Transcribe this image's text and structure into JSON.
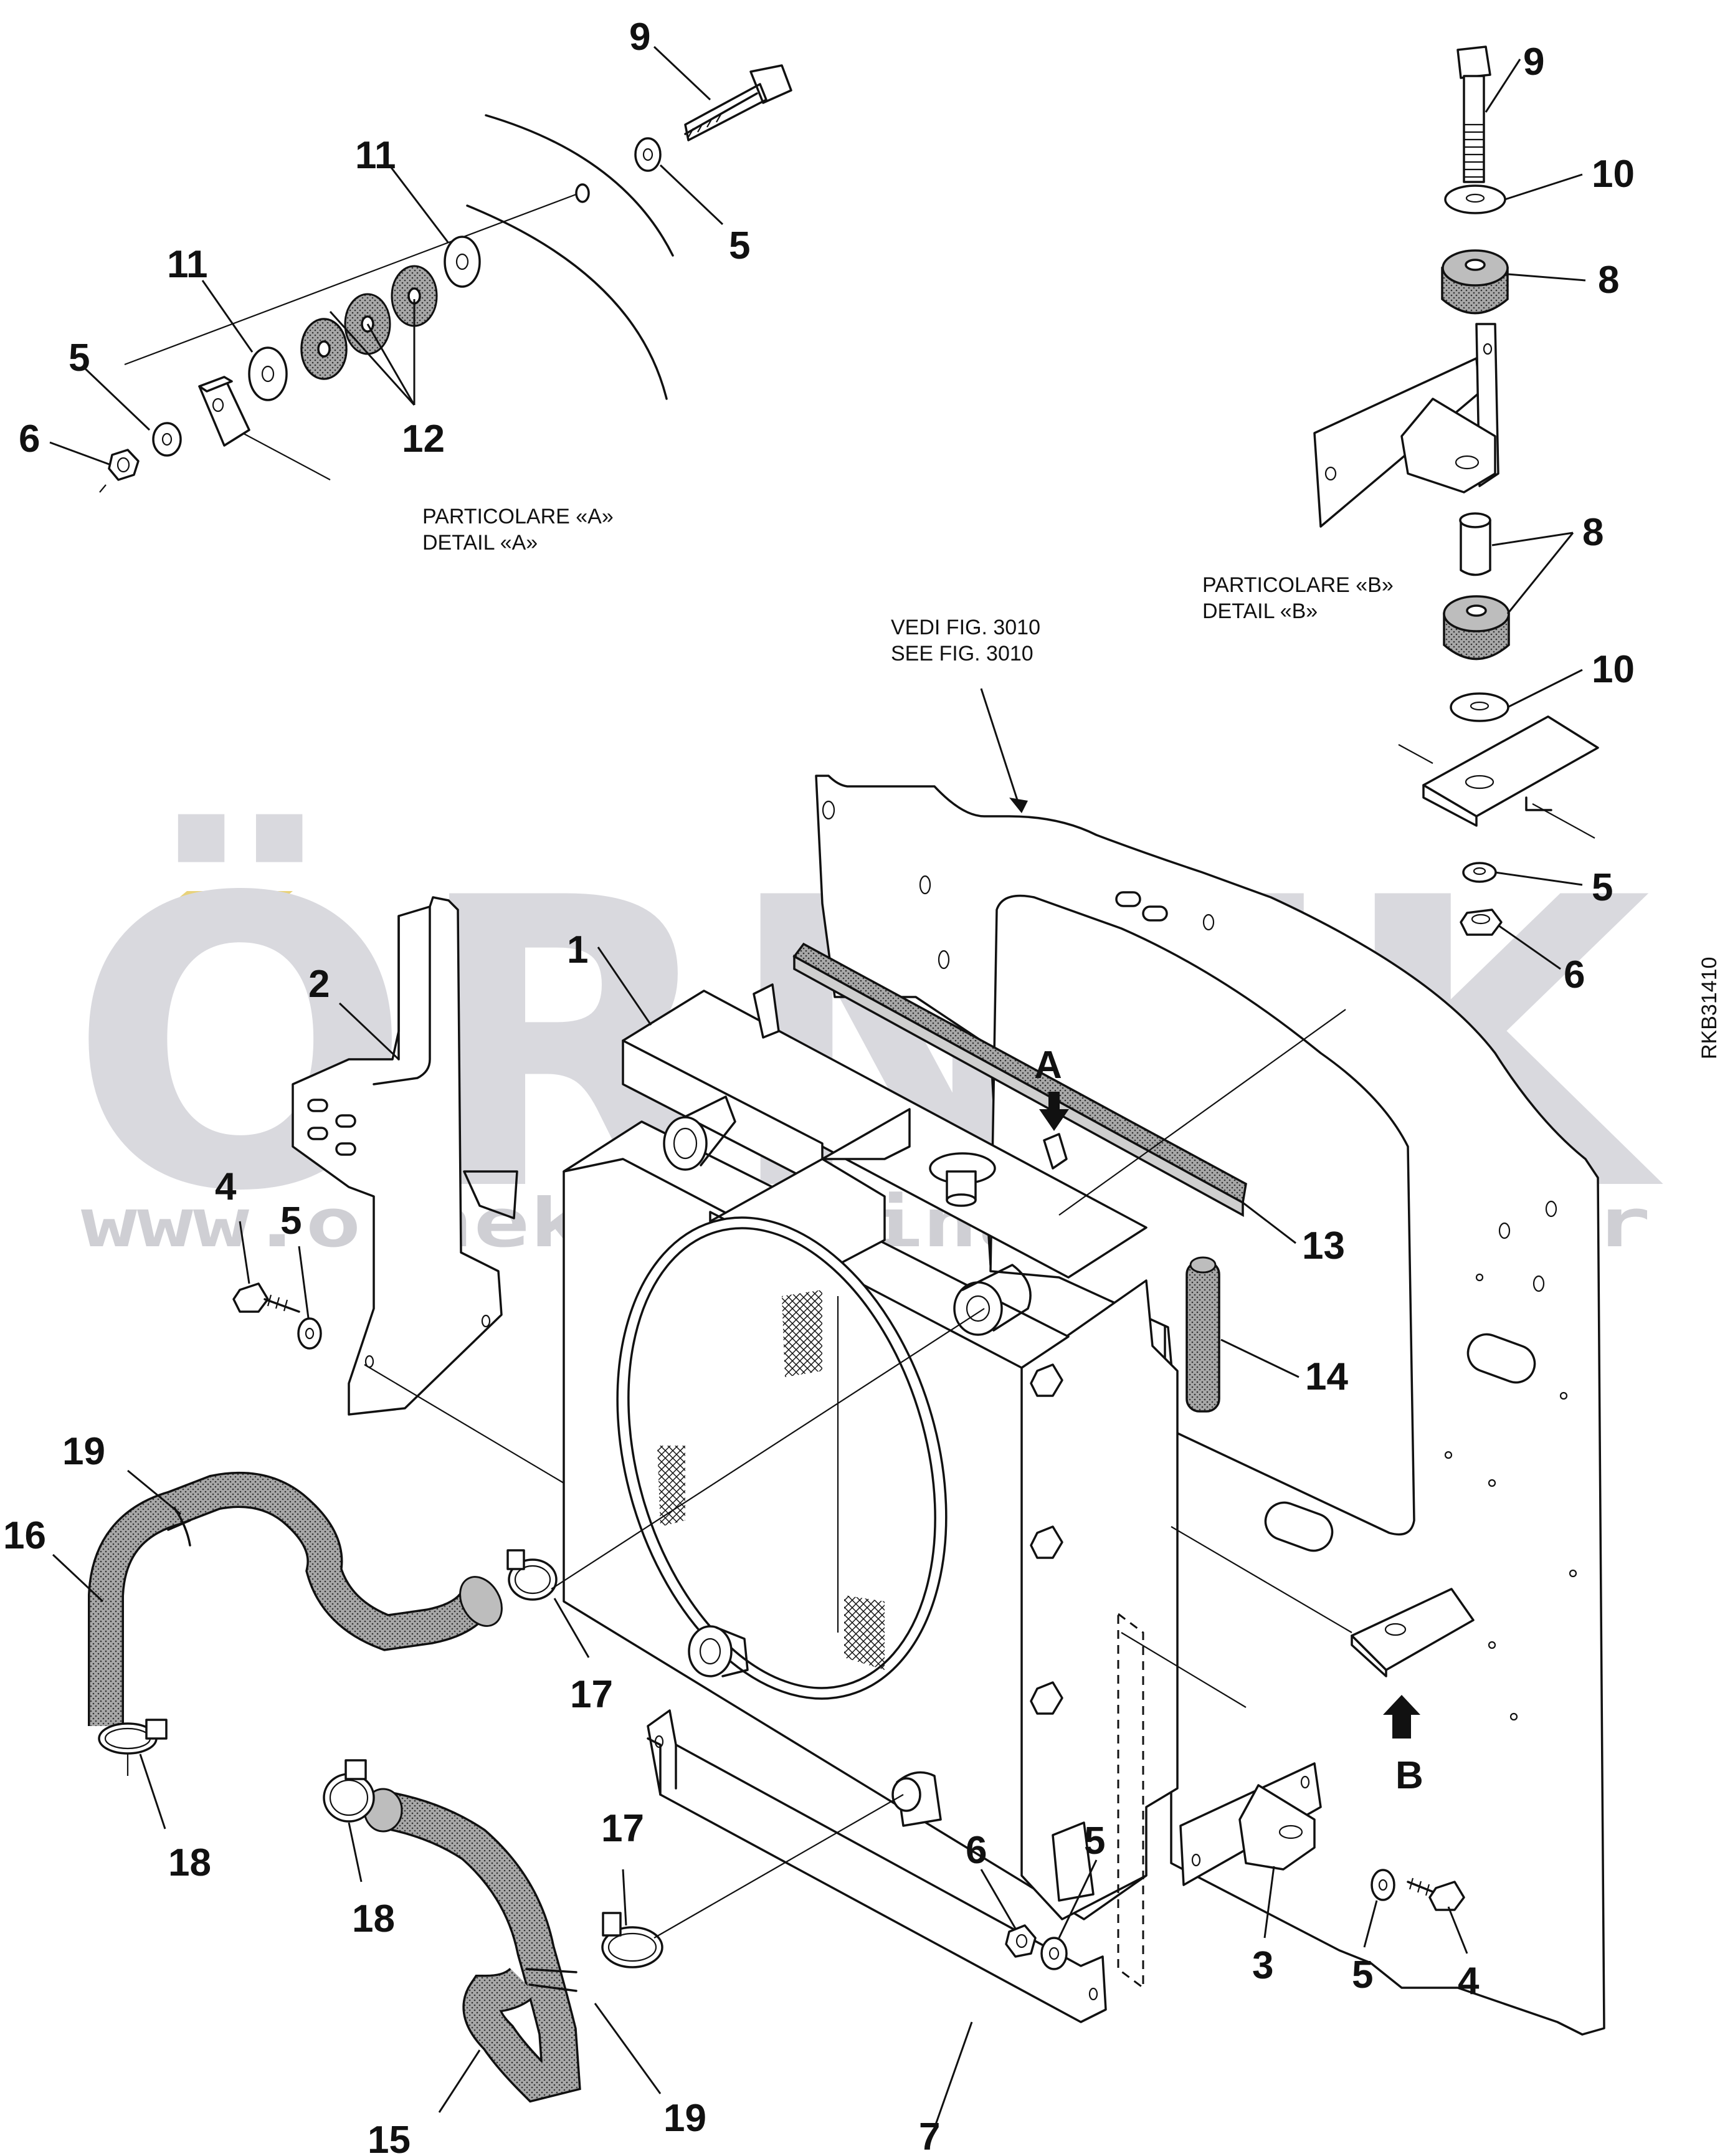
{
  "watermark": {
    "brand": "ÖRNEK",
    "url": "www.ornekismakinalari.com.tr",
    "accent_color": "#e8d27a",
    "text_color": "#d9d9de"
  },
  "drawing_code": "RKB31410",
  "details": {
    "a": {
      "line1": "PARTICOLARE «A»",
      "line2": "DETAIL «A»"
    },
    "b": {
      "line1": "PARTICOLARE «B»",
      "line2": "DETAIL «B»"
    }
  },
  "see_figure": {
    "line1": "VEDI FIG. 3010",
    "line2": "SEE FIG. 3010"
  },
  "view_markers": {
    "a": "A",
    "b": "B"
  },
  "callouts": {
    "c1": "1",
    "c2": "2",
    "c3": "3",
    "c4a": "4",
    "c4b": "4",
    "c5a": "5",
    "c5b": "5",
    "c5c": "5",
    "c5d": "5",
    "c5e": "5",
    "c5f": "5",
    "c6a": "6",
    "c6b": "6",
    "c6c": "6",
    "c7": "7",
    "c8a": "8",
    "c8b": "8",
    "c9a": "9",
    "c9b": "9",
    "c10a": "10",
    "c10b": "10",
    "c11a": "11",
    "c11b": "11",
    "c12": "12",
    "c13": "13",
    "c14": "14",
    "c15": "15",
    "c16": "16",
    "c17a": "17",
    "c17b": "17",
    "c18a": "18",
    "c18b": "18",
    "c19a": "19",
    "c19b": "19"
  }
}
